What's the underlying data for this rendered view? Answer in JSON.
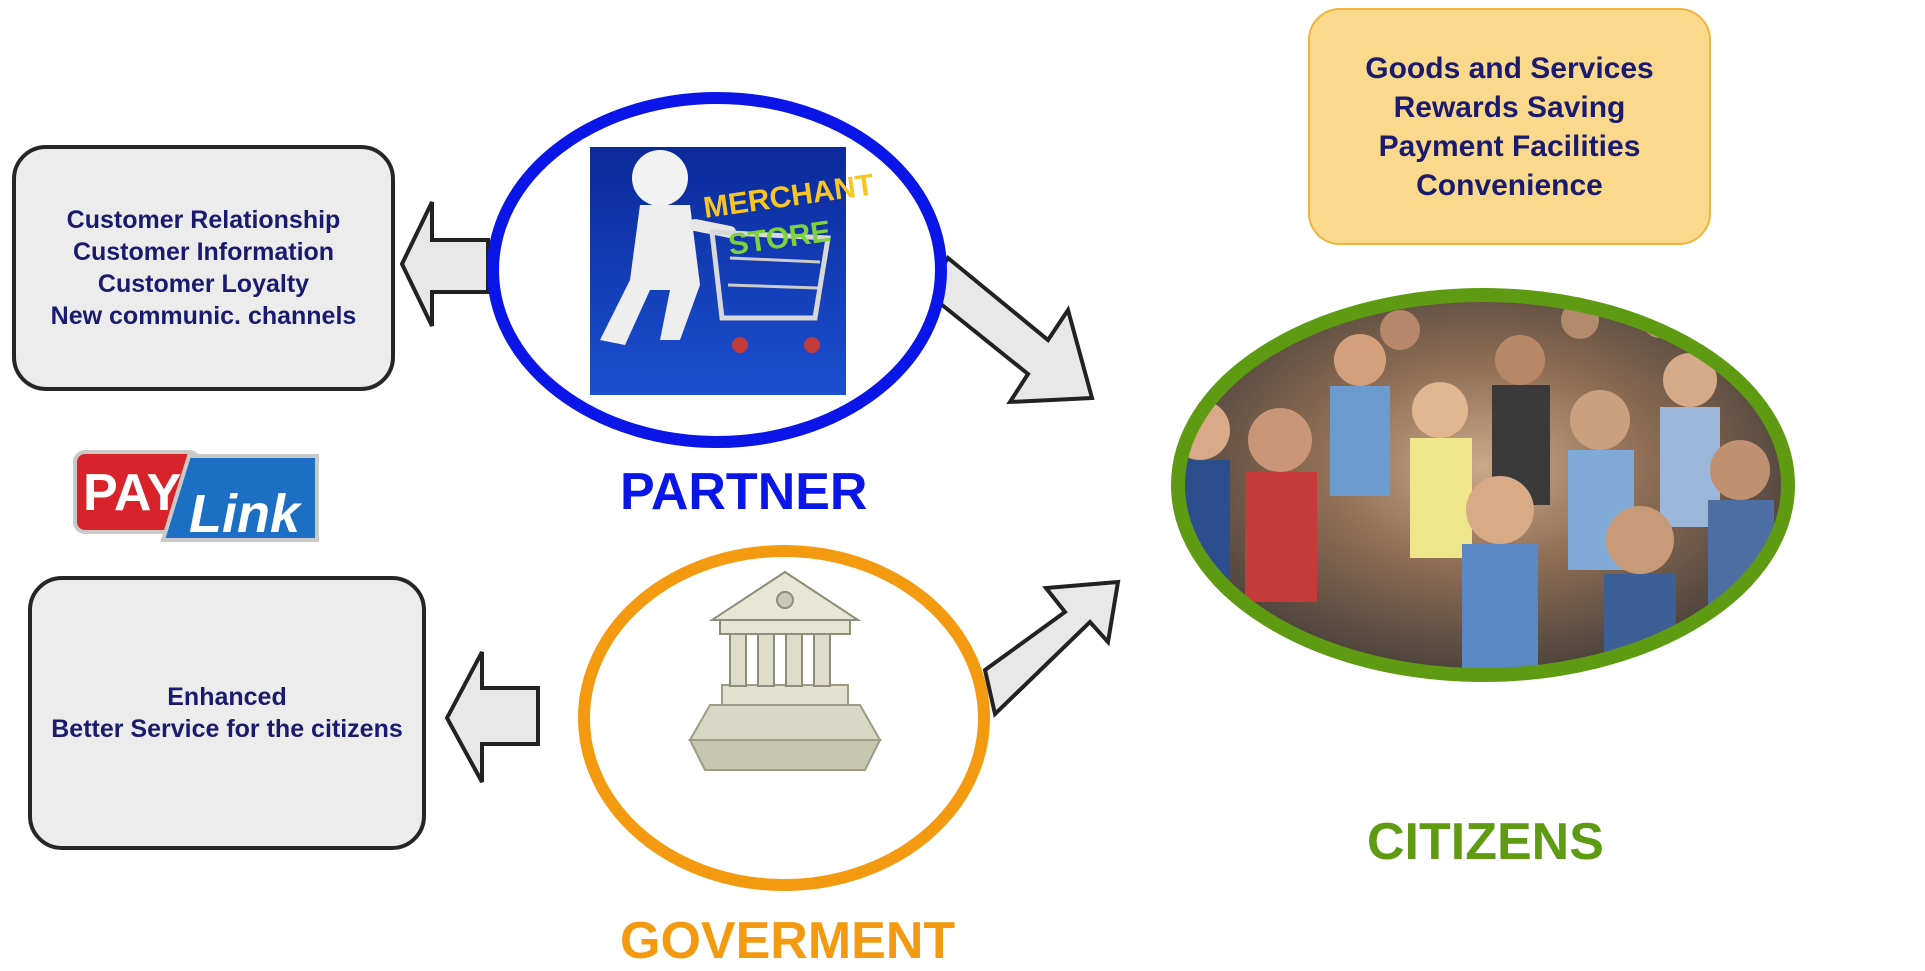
{
  "partner_benefits": {
    "lines": [
      "Customer Relationship",
      "Customer Information",
      "Customer Loyalty",
      "New communic. channels"
    ]
  },
  "government_benefits": {
    "lines": [
      "Enhanced",
      "Better Service for the citizens"
    ]
  },
  "citizen_benefits": {
    "lines": [
      "Goods and Services",
      "Rewards Saving",
      "Payment Facilities",
      "Convenience"
    ]
  },
  "nodes": {
    "partner": "PARTNER",
    "government": "GOVERMENT",
    "citizens": "CITIZENS"
  },
  "logo": {
    "pay": "PAY",
    "link": "Link"
  },
  "colors": {
    "partner": "#0a16e8",
    "government": "#f39a10",
    "citizens": "#5e9a12"
  }
}
